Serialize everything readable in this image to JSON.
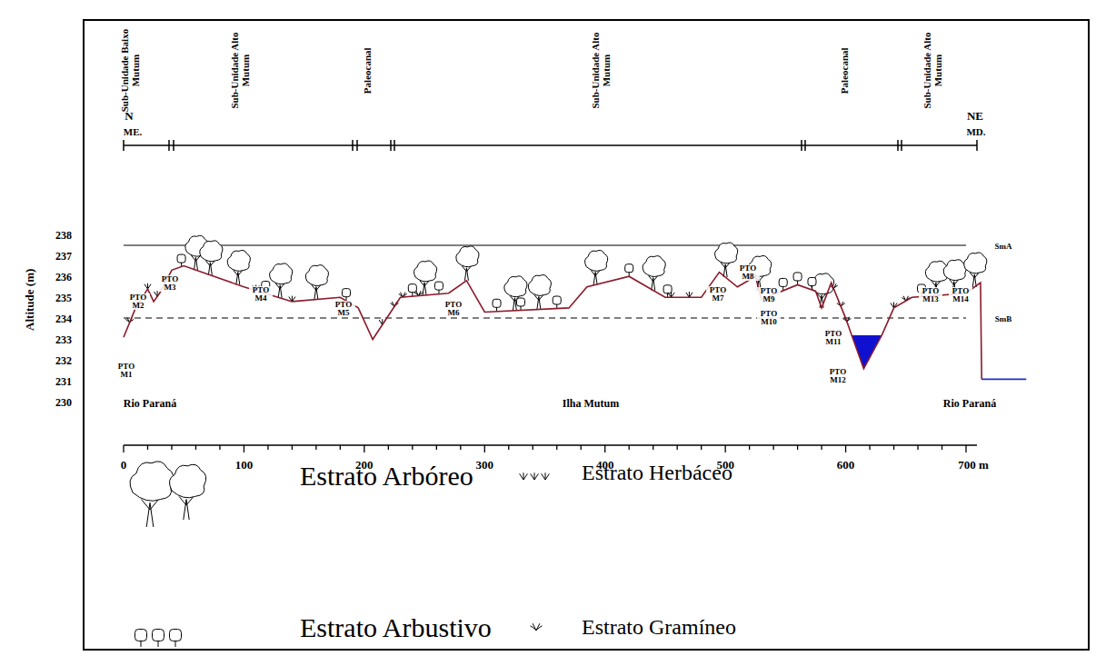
{
  "diagram": {
    "labels": [
      "Sub-Unidade Baixo Mutum",
      "Sub-Unidade Alto Mutum",
      "Paleocanal",
      "Sub-Unidade Alto Mutum",
      "Paleocanal",
      "Sub-Unidade Alto Mutum",
      "N",
      "ME.",
      "NE",
      "MD.",
      "Altitude (m)",
      "238",
      "237",
      "236",
      "235",
      "234",
      "233",
      "232",
      "231",
      "230",
      "SmA",
      "SmB",
      "PTO M1",
      "PTO M2",
      "PTO M3",
      "PTO M4",
      "PTO M5",
      "PTO M6",
      "PTO M7",
      "PTO M8",
      "PTO M9",
      "PTO M10",
      "PTO M11",
      "PTO M12",
      "PTO M13",
      "PTO M14",
      "Rio Paraná",
      "Ilha Mutum",
      "Rio Paraná",
      "0",
      "100",
      "200",
      "300",
      "400",
      "500",
      "600",
      "700 m"
    ],
    "legend": [
      {
        "text": "Estrato Arbóreo"
      },
      {
        "text": "Estrato Herbáceo"
      },
      {
        "text": "Estrato Arbustivo"
      },
      {
        "text": "Estrato Gramíneo"
      }
    ]
  }
}
